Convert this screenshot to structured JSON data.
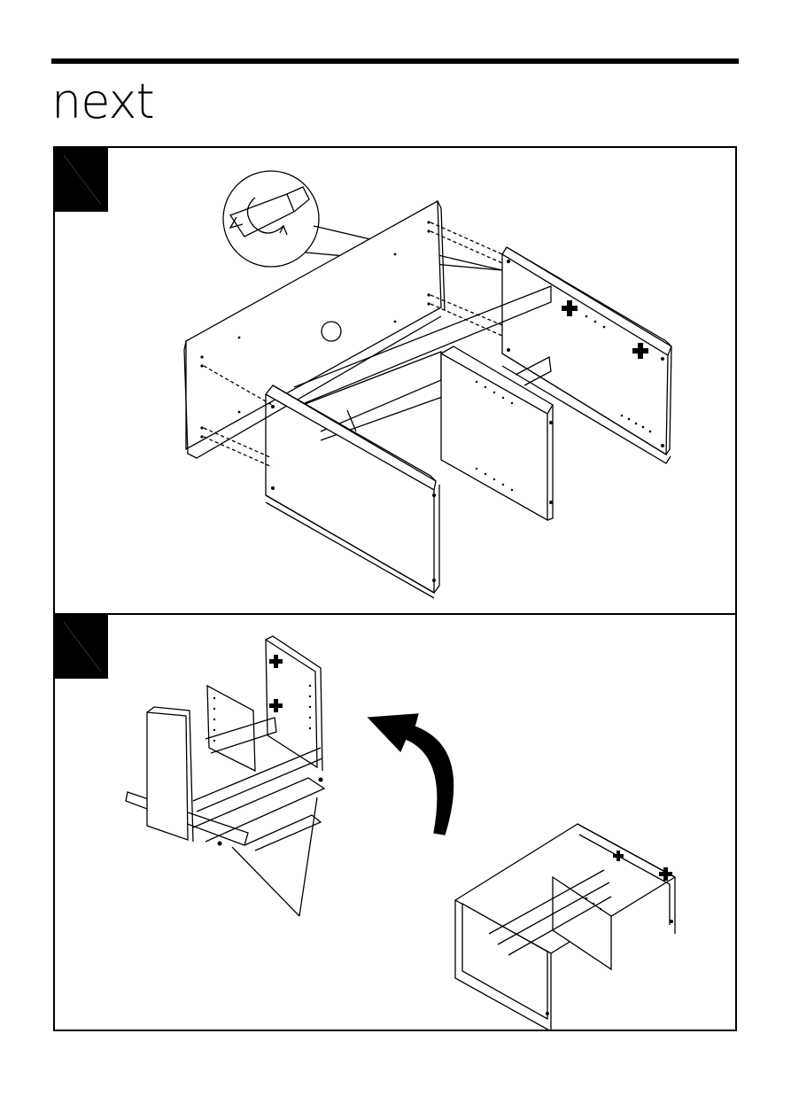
{
  "brand": {
    "logo_text": "next"
  },
  "steps": [
    {
      "id": "step-1",
      "badge": "",
      "illustration": "screw-attach-side-panels"
    },
    {
      "id": "step-2",
      "badge": "",
      "illustration": "turn-unit-upright"
    }
  ],
  "icons": [
    "screwdriver-icon",
    "rotate-arrow-icon"
  ]
}
